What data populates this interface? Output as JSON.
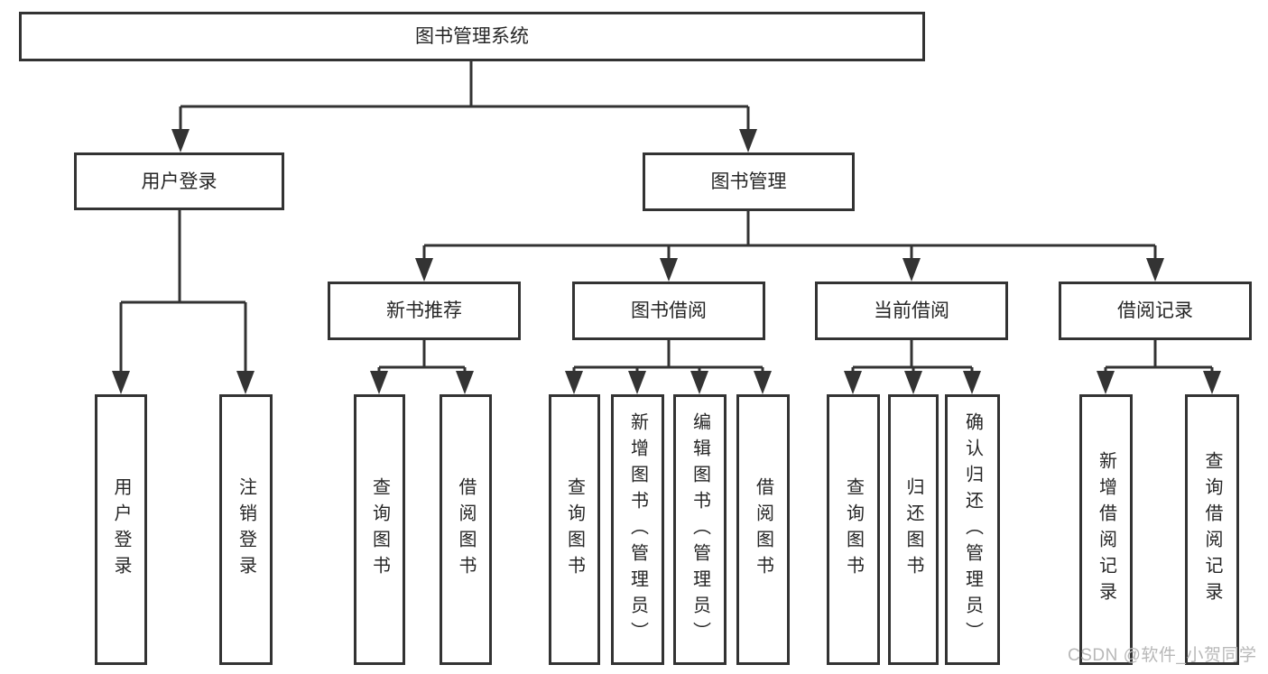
{
  "tree": {
    "root": "图书管理系统",
    "branches": [
      {
        "label": "用户登录",
        "children": [
          "用户登录",
          "注销登录"
        ]
      },
      {
        "label": "图书管理",
        "children": [
          {
            "label": "新书推荐",
            "children": [
              "查询图书",
              "借阅图书"
            ]
          },
          {
            "label": "图书借阅",
            "children": [
              "查询图书",
              "新增图书（管理员）",
              "编辑图书（管理员）",
              "借阅图书"
            ]
          },
          {
            "label": "当前借阅",
            "children": [
              "查询图书",
              "归还图书",
              "确认归还（管理员）"
            ]
          },
          {
            "label": "借阅记录",
            "children": [
              "新增借阅记录",
              "查询借阅记录"
            ]
          }
        ]
      }
    ]
  },
  "watermark": "CSDN @软件_小贺同学",
  "colors": {
    "line": "#333333",
    "text": "#262626",
    "watermark": "#b8b8b8",
    "background": "#ffffff"
  }
}
